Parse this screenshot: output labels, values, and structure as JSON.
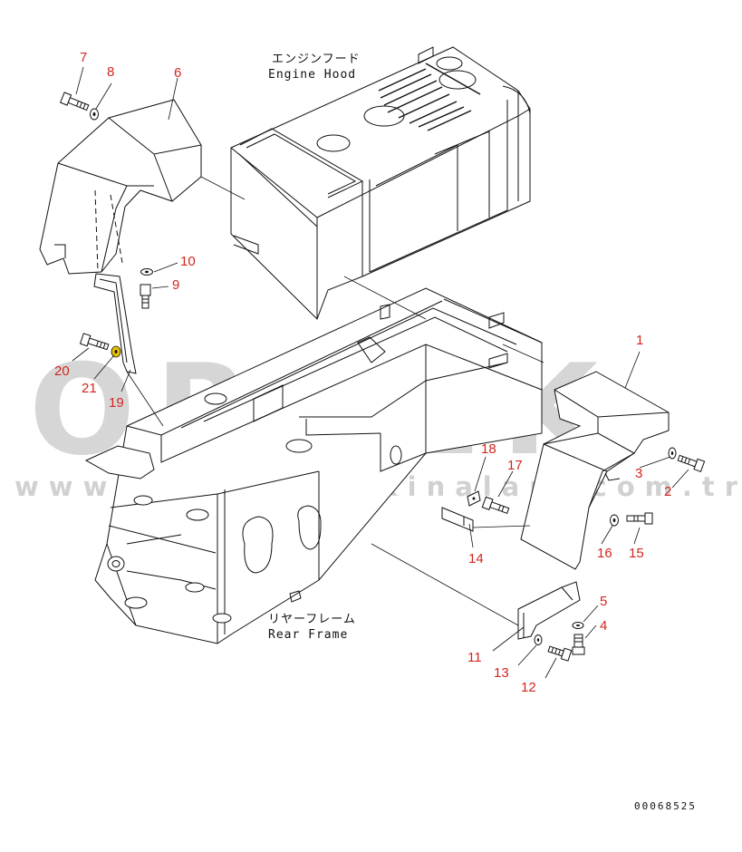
{
  "captions": {
    "engine_hood_jp": "エンジンフード",
    "engine_hood_en": "Engine Hood",
    "rear_frame_jp": "リヤーフレーム",
    "rear_frame_en": "Rear Frame"
  },
  "callouts": {
    "n1": "1",
    "n2": "2",
    "n3": "3",
    "n4": "4",
    "n5": "5",
    "n6": "6",
    "n7": "7",
    "n8": "8",
    "n9": "9",
    "n10": "10",
    "n11": "11",
    "n12": "12",
    "n13": "13",
    "n14": "14",
    "n15": "15",
    "n16": "16",
    "n17": "17",
    "n18": "18",
    "n19": "19",
    "n20": "20",
    "n21": "21"
  },
  "watermark": {
    "brand": "ORNEK",
    "url": "www.ornekismakinalari.com.tr"
  },
  "drawing_code": "00068525",
  "colors": {
    "callout": "#d4261e",
    "line": "#111111",
    "watermark": "#c9c9c9",
    "highlight_washer": "#e8c200"
  }
}
